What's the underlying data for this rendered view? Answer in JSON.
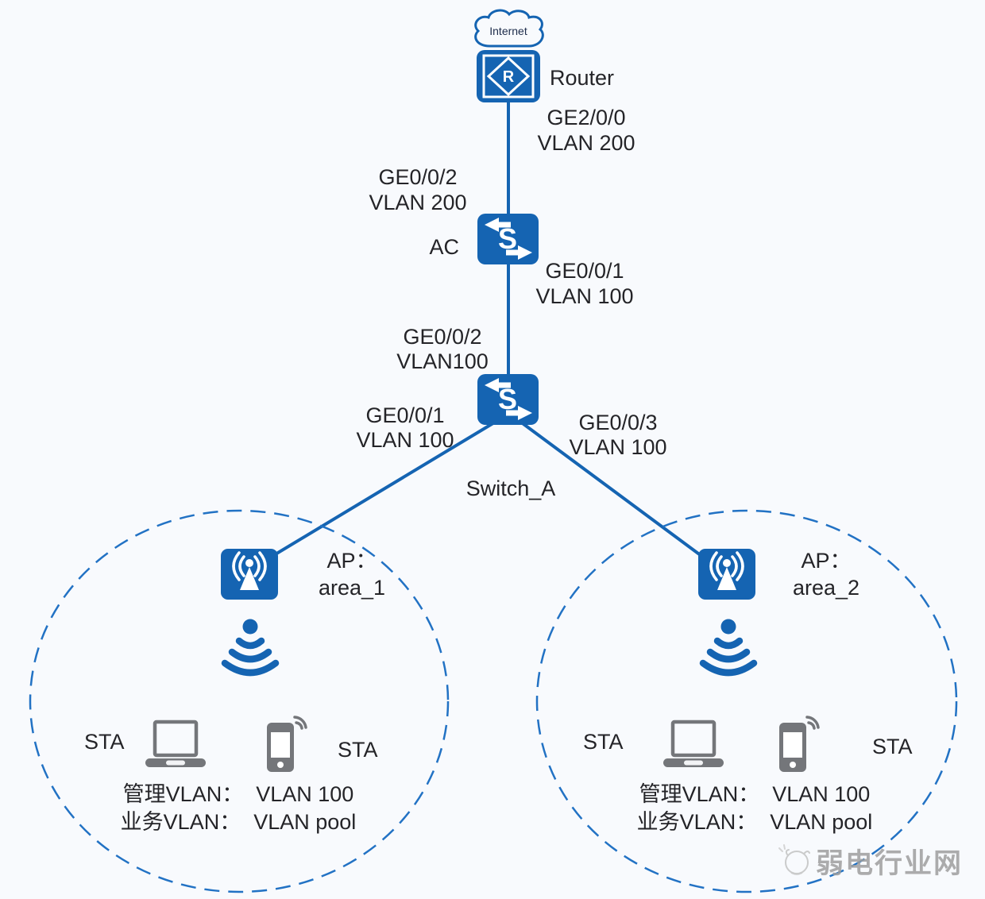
{
  "colors": {
    "primary": "#1564b2",
    "line": "#1564b2",
    "dashed_ring": "#2272c4",
    "text": "#242428",
    "device_gray": "#74767a",
    "watermark_gray": "#9e9e9e",
    "background": "#f8fafd"
  },
  "internet": {
    "label": "Internet"
  },
  "router": {
    "icon_letter": "R",
    "name": "Router",
    "port": "GE2/0/0",
    "vlan": "VLAN 200"
  },
  "ac": {
    "name": "AC",
    "icon_letter": "S",
    "uplink_port": "GE0/0/2",
    "uplink_vlan": "VLAN 200",
    "downlink_port": "GE0/0/1",
    "downlink_vlan": "VLAN 100"
  },
  "switch_a": {
    "name": "Switch_A",
    "icon_letter": "S",
    "uplink_port": "GE0/0/2",
    "uplink_vlan": "VLAN100",
    "left_port": "GE0/0/1",
    "left_vlan": "VLAN 100",
    "right_port": "GE0/0/3",
    "right_vlan": "VLAN 100"
  },
  "area1": {
    "ap_label": "AP：",
    "ap_name": "area_1",
    "sta_left": "STA",
    "sta_right": "STA",
    "mgmt_label": "管理VLAN：",
    "mgmt_value": "VLAN 100",
    "service_label": "业务VLAN：",
    "service_value": "VLAN pool"
  },
  "area2": {
    "ap_label": "AP：",
    "ap_name": "area_2",
    "sta_left": "STA",
    "sta_right": "STA",
    "mgmt_label": "管理VLAN：",
    "mgmt_value": "VLAN 100",
    "service_label": "业务VLAN：",
    "service_value": "VLAN pool"
  },
  "watermark": {
    "text": "弱电行业网"
  }
}
